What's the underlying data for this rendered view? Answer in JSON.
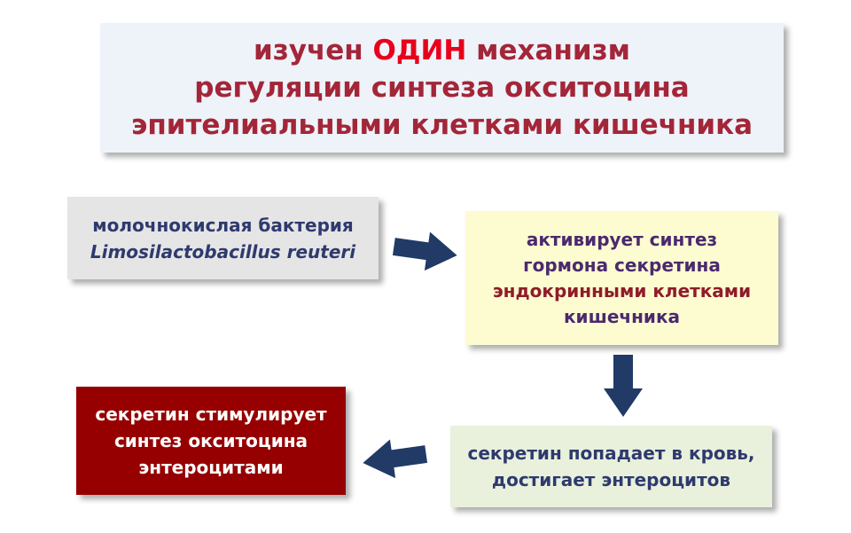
{
  "title": {
    "line1_pre": "изучен ",
    "line1_highlight": "ОДИН",
    "line1_post": " механизм",
    "line2": "регуляции синтеза окситоцина",
    "line3": "эпителиальными клетками кишечника"
  },
  "bacteria_box": {
    "line1": "молочнокислая бактерия",
    "line2": "Limosilactobacillus reuteri"
  },
  "activate_box": {
    "line1": "активирует синтез",
    "line2": "гормона секретина",
    "line3": "эндокринными клетками",
    "line4": "кишечника"
  },
  "blood_box": {
    "line1": "секретин попадает в кровь,",
    "line2": "достигает энтероцитов"
  },
  "secretin_box": {
    "line1": "секретин стимулирует",
    "line2": "синтез окситоцина",
    "line3": "энтероцитами"
  },
  "colors": {
    "arrow": "#213a66",
    "title_text": "#a32638",
    "title_highlight": "#e8001c",
    "secretin_box_fill": "#960000"
  }
}
